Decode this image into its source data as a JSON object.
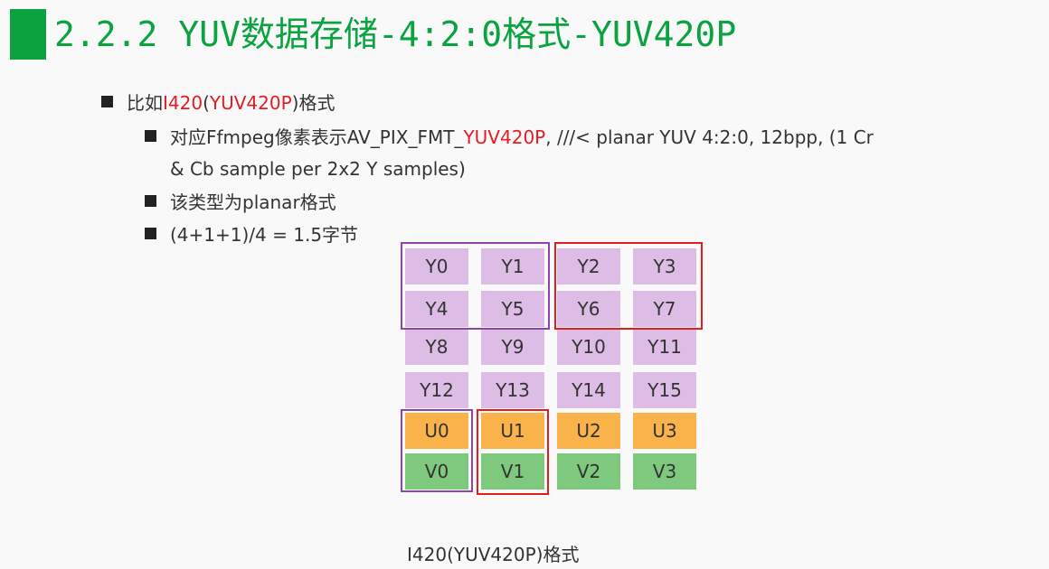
{
  "title": "2.2.2 YUV数据存储-4:2:0格式-YUV420P",
  "bullets": {
    "b1": {
      "pre": "比如",
      "red1": "I420",
      "mid": "(",
      "red2": "YUV420P",
      "post": ")格式"
    },
    "b2": {
      "pre": "对应Ffmpeg像素表示AV_PIX_FMT_",
      "red": "YUV420P",
      "post": ",   ///< planar YUV 4:2:0, 12bpp, (1 Cr",
      "line2": "& Cb sample per 2x2 Y samples)"
    },
    "b3": "该类型为planar格式",
    "b4": "(4+1+1)/4 = 1.5字节"
  },
  "grid": {
    "y": [
      "Y0",
      "Y1",
      "Y2",
      "Y3",
      "Y4",
      "Y5",
      "Y6",
      "Y7",
      "Y8",
      "Y9",
      "Y10",
      "Y11",
      "Y12",
      "Y13",
      "Y14",
      "Y15"
    ],
    "u": [
      "U0",
      "U1",
      "U2",
      "U3"
    ],
    "v": [
      "V0",
      "V1",
      "V2",
      "V3"
    ]
  },
  "colors": {
    "title": "#0aa33f",
    "y_cell": "#ddbde6",
    "u_cell": "#f9b34a",
    "v_cell": "#7fc97f",
    "highlight_red": "#e51c23",
    "box_purple": "#8e44ad"
  },
  "caption": "I420(YUV420P)格式"
}
